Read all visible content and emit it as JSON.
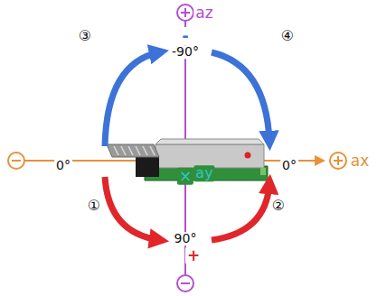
{
  "diagram": {
    "labels": [
      "az",
      "-",
      "-90°",
      "③",
      "④",
      "0°",
      "0°",
      "ax",
      "ay",
      "×",
      "①",
      "②",
      "90°",
      "+"
    ]
  }
}
